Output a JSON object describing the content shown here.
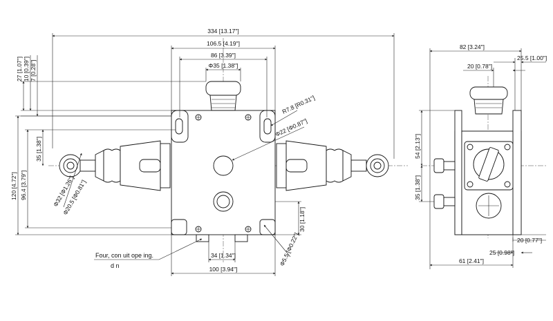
{
  "drawing": {
    "dims": {
      "d334": "334 [13.17\"]",
      "d106_5": "106.5 [4.19\"]",
      "d86": "86 [3.39\"]",
      "d35_top": "Φ35 [1.38\"]",
      "d27": "27 [1.07\"]",
      "d10": "10 [0.39\"]",
      "d7": "7 [0.28\"]",
      "d35_left": "35 [1.38\"]",
      "d120": "120 [4.72\"]",
      "d96_4": "96.4 [3.79\"]",
      "d32": "Φ32 [Φ1.26\"]",
      "d20_5": "Φ20.5 [Φ0.81\"]",
      "r7_8": "R7.8 [R0.31\"]",
      "d22": "Φ22 [Φ0.87\"]",
      "d30": "30 [1.18\"]",
      "d34": "34 [1.34\"]",
      "d100": "100 [3.94\"]",
      "d5_5": "Φ5.5 [Φ0.22\"]",
      "d82": "82 [3.24\"]",
      "d25_5": "25.5 [1.00\"]",
      "d20_top": "20 [0.78\"]",
      "d54": "54 [2.13\"]",
      "d35_side": "35 [1.38\"]",
      "d20_bot": "20 [0.77\"]",
      "d25": "25 [0.98\"]",
      "d61": "61 [2.41\"]"
    },
    "note": {
      "line1": "Four, con uit ope ing.",
      "line2": "d n"
    }
  }
}
